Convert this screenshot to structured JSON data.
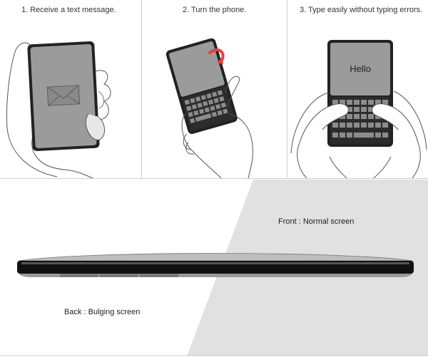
{
  "steps": [
    {
      "label": "1. Receive a text message."
    },
    {
      "label": "2. Turn the phone."
    },
    {
      "label": "3. Type easily without typing errors."
    }
  ],
  "screen_text": "Hello",
  "captions": {
    "front": "Front : Normal screen",
    "back": "Back : Bulging screen"
  },
  "icons": {
    "message": "envelope-icon",
    "rotate": "rotate-arrow-icon"
  },
  "colors": {
    "rotate_arrow": "#e8403a",
    "back_region": "#e1e1e1",
    "phone_screen": "#9b9b9b",
    "phone_body": "#222222"
  }
}
